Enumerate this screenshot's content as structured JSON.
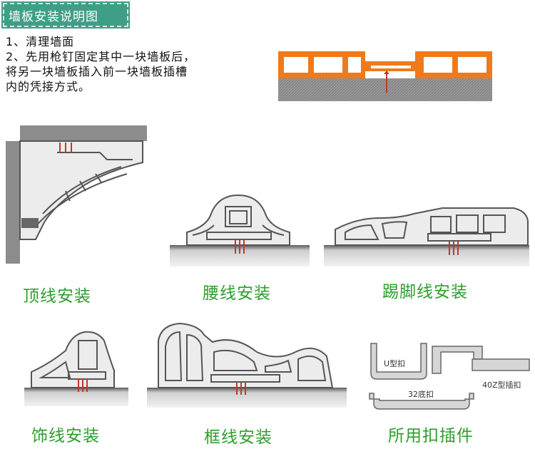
{
  "header": {
    "title": "墙板安装说明图"
  },
  "instructions": {
    "step1": "1、清理墙面",
    "step2_line1": "2、先用枪钉固定其中一块墙板后，",
    "step2_line2": "将另一块墙板插入前一块墙板插槽",
    "step2_line3": "内的凭接方式。"
  },
  "captions": {
    "top_line": "顶线安装",
    "waist_line": "腰线安装",
    "skirting": "踢脚线安装",
    "decor_line": "饰线安装",
    "frame_line": "框线安装",
    "clips": "所用扣插件"
  },
  "clip_labels": {
    "u_clip": "U型扣",
    "z_clip": "40Z型插扣",
    "base_clip": "32底扣"
  },
  "colors": {
    "title_bg": "#3f9f86",
    "caption_green": "#2c9e2c",
    "orange_panel": "#f07a1a",
    "nail_red": "#c0392b",
    "wall_gray": "#8c8c8c",
    "profile_fill": "#ececec",
    "profile_stroke": "#555555"
  }
}
